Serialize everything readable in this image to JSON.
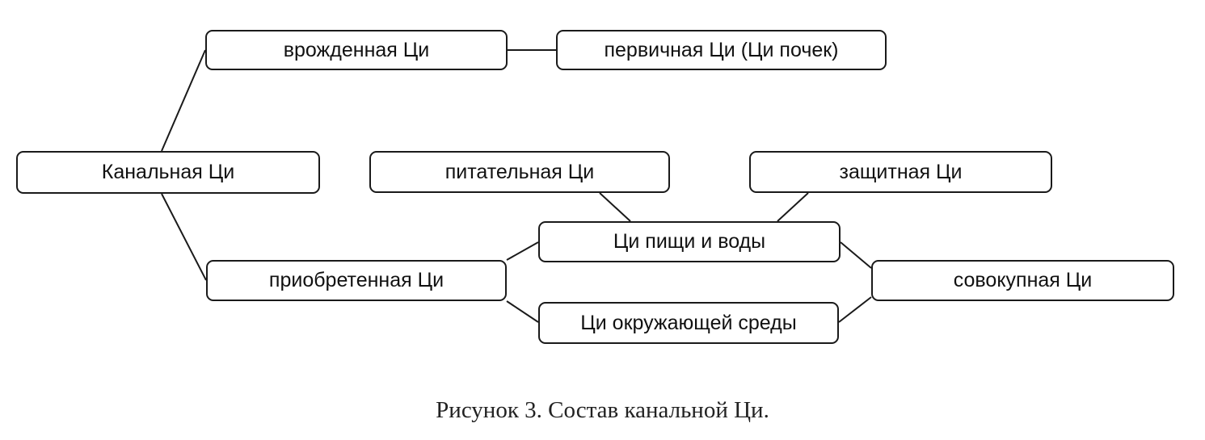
{
  "nodes": {
    "channel": "Канальная Ци",
    "innate": "врожденная Ци",
    "primary": "первичная Ци (Ци почек)",
    "acquired": "приобретенная Ци",
    "nutritive": "питательная Ци",
    "protective": "защитная Ци",
    "food_water": "Ци пищи и воды",
    "environment": "Ци окружающей среды",
    "aggregate": "совокупная Ци"
  },
  "caption": "Рисунок 3. Состав канальной Ци.",
  "colors": {
    "line": "#1a1a1a",
    "background": "#ffffff"
  }
}
